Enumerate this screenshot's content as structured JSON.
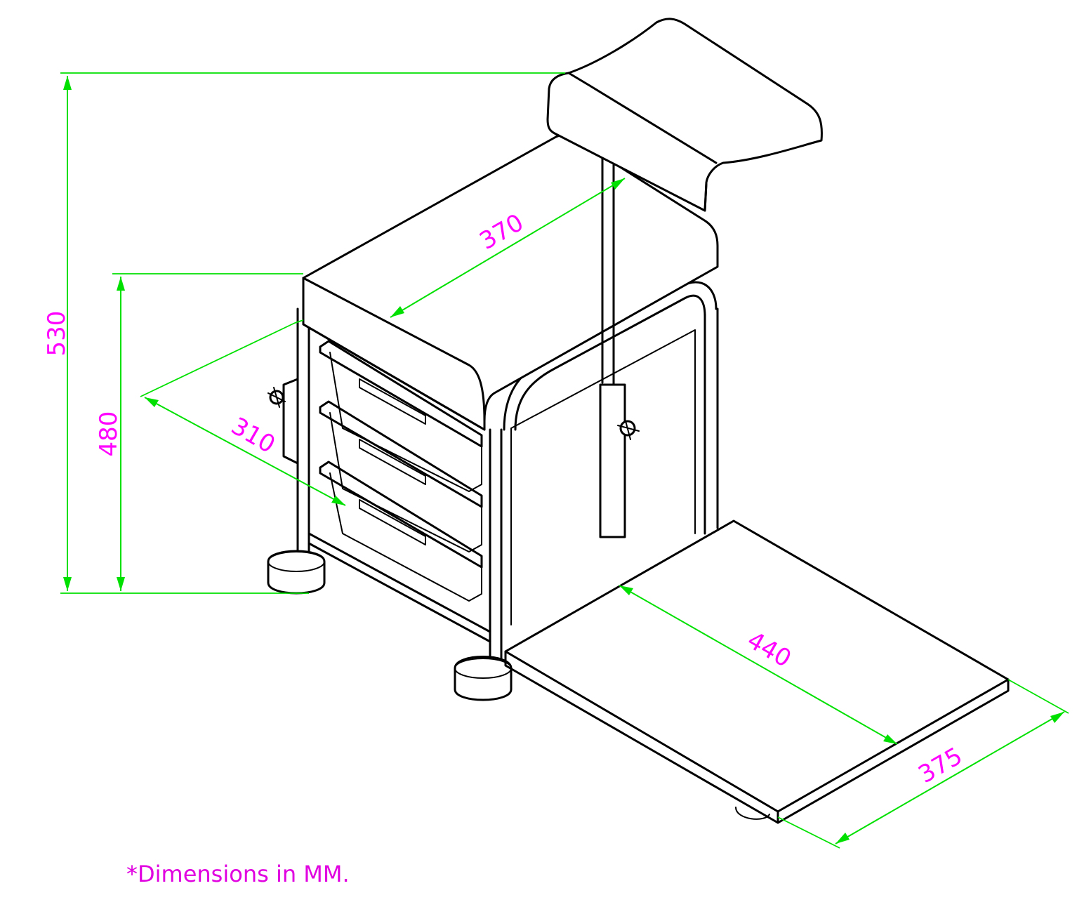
{
  "dimensions": {
    "overall_height": "530",
    "seat_height": "480",
    "seat_length": "370",
    "seat_depth": "310",
    "footrest_length": "440",
    "footrest_width": "375"
  },
  "note": "*Dimensions in MM.",
  "colors": {
    "dimension_lines": "#00e000",
    "dimension_text": "#ff00ff",
    "drawing_lines": "#000000",
    "background": "#ffffff"
  }
}
